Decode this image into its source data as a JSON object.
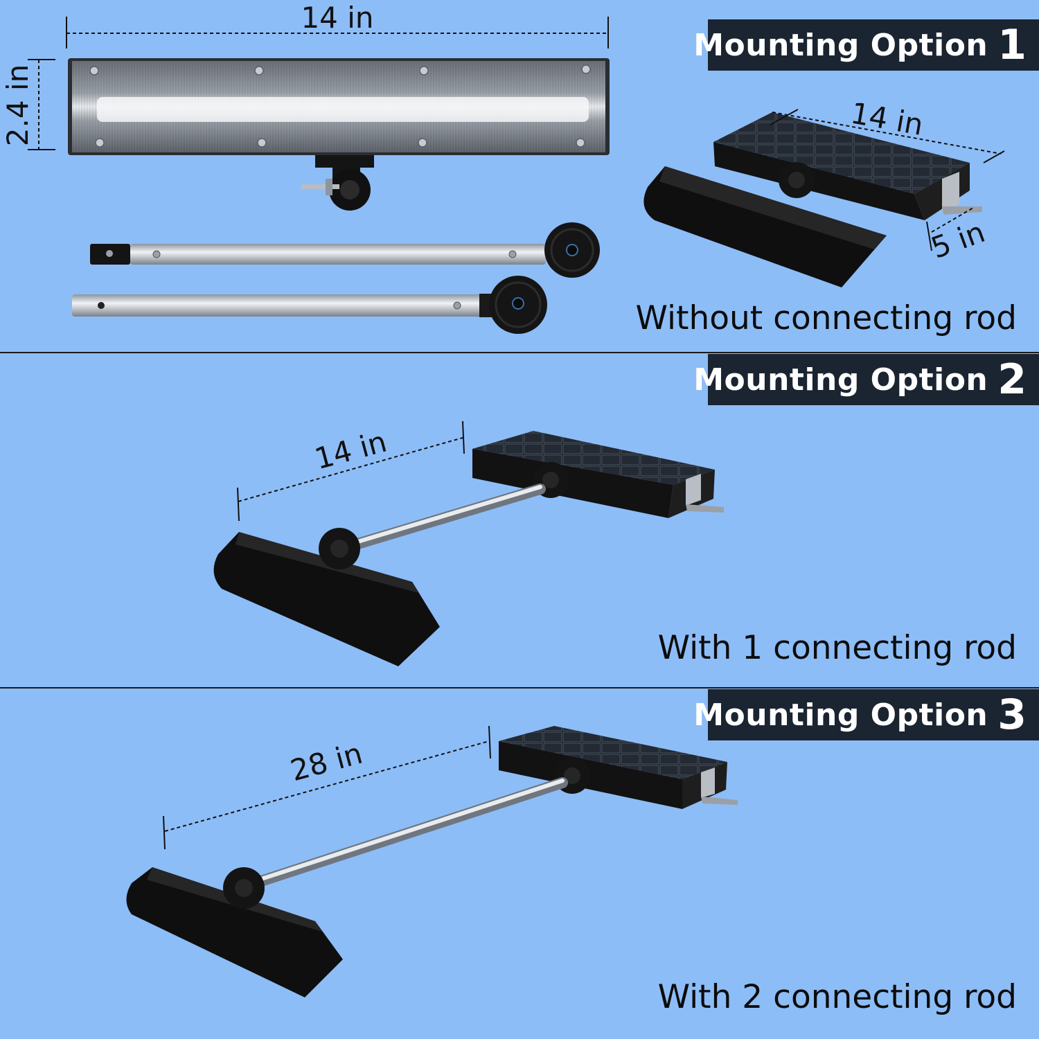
{
  "colors": {
    "background": "#8dbdf7",
    "banner": "#1b2431",
    "banner_text": "#ffffff",
    "divider": "#1a1a1a",
    "product": "#0f0f0f",
    "rod": "#c8ced6"
  },
  "option1": {
    "banner_title": "Mounting Option",
    "banner_number": "1",
    "caption": "Without connecting rod",
    "panel_width_label": "14 in",
    "panel_height_label": "2.4 in",
    "box_length_label": "14 in",
    "box_depth_label": "5 in"
  },
  "option2": {
    "banner_title": "Mounting Option",
    "banner_number": "2",
    "caption": "With 1 connecting rod",
    "rod_length_label": "14 in"
  },
  "option3": {
    "banner_title": "Mounting Option",
    "banner_number": "3",
    "caption": "With 2 connecting rod",
    "rod_length_label": "28 in"
  }
}
